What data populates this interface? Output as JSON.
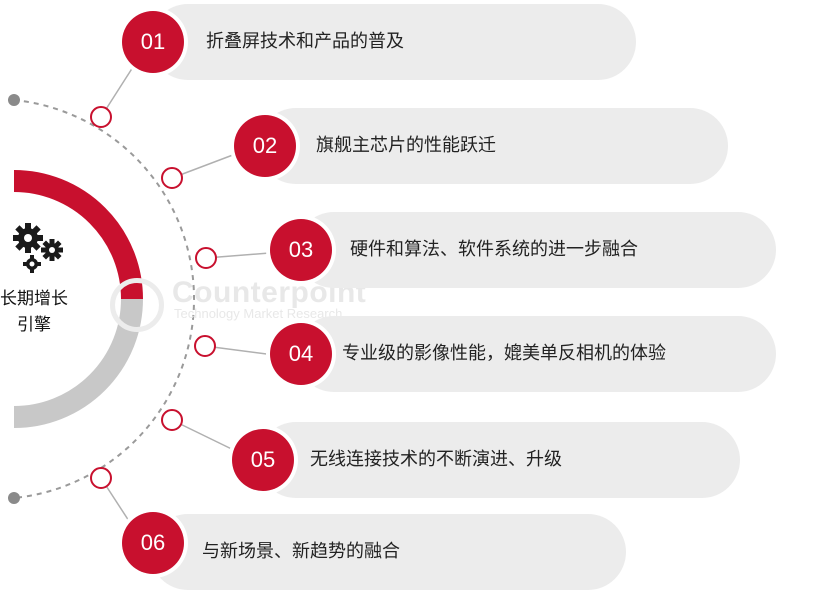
{
  "center": {
    "title_line1": "长期增长",
    "title_line2": "引擎",
    "icon": "gears-icon",
    "colors": {
      "accent": "#c8102e",
      "secondary": "#c8c8c8"
    }
  },
  "watermark": {
    "brand": "Counterpoint",
    "subtitle": "Technology Market Research"
  },
  "items": [
    {
      "number": "01",
      "text": "折叠屏技术和产品的普及"
    },
    {
      "number": "02",
      "text": "旗舰主芯片的性能跃迁"
    },
    {
      "number": "03",
      "text": "硬件和算法、软件系统的进一步融合"
    },
    {
      "number": "04",
      "text": "专业级的影像性能，媲美单反相机的体验"
    },
    {
      "number": "05",
      "text": "无线连接技术的不断演进、升级"
    },
    {
      "number": "06",
      "text": "与新场景、新趋势的融合"
    }
  ],
  "colors": {
    "badge": "#c8102e",
    "pill": "#ececec",
    "connector": "#b0b0b0"
  }
}
